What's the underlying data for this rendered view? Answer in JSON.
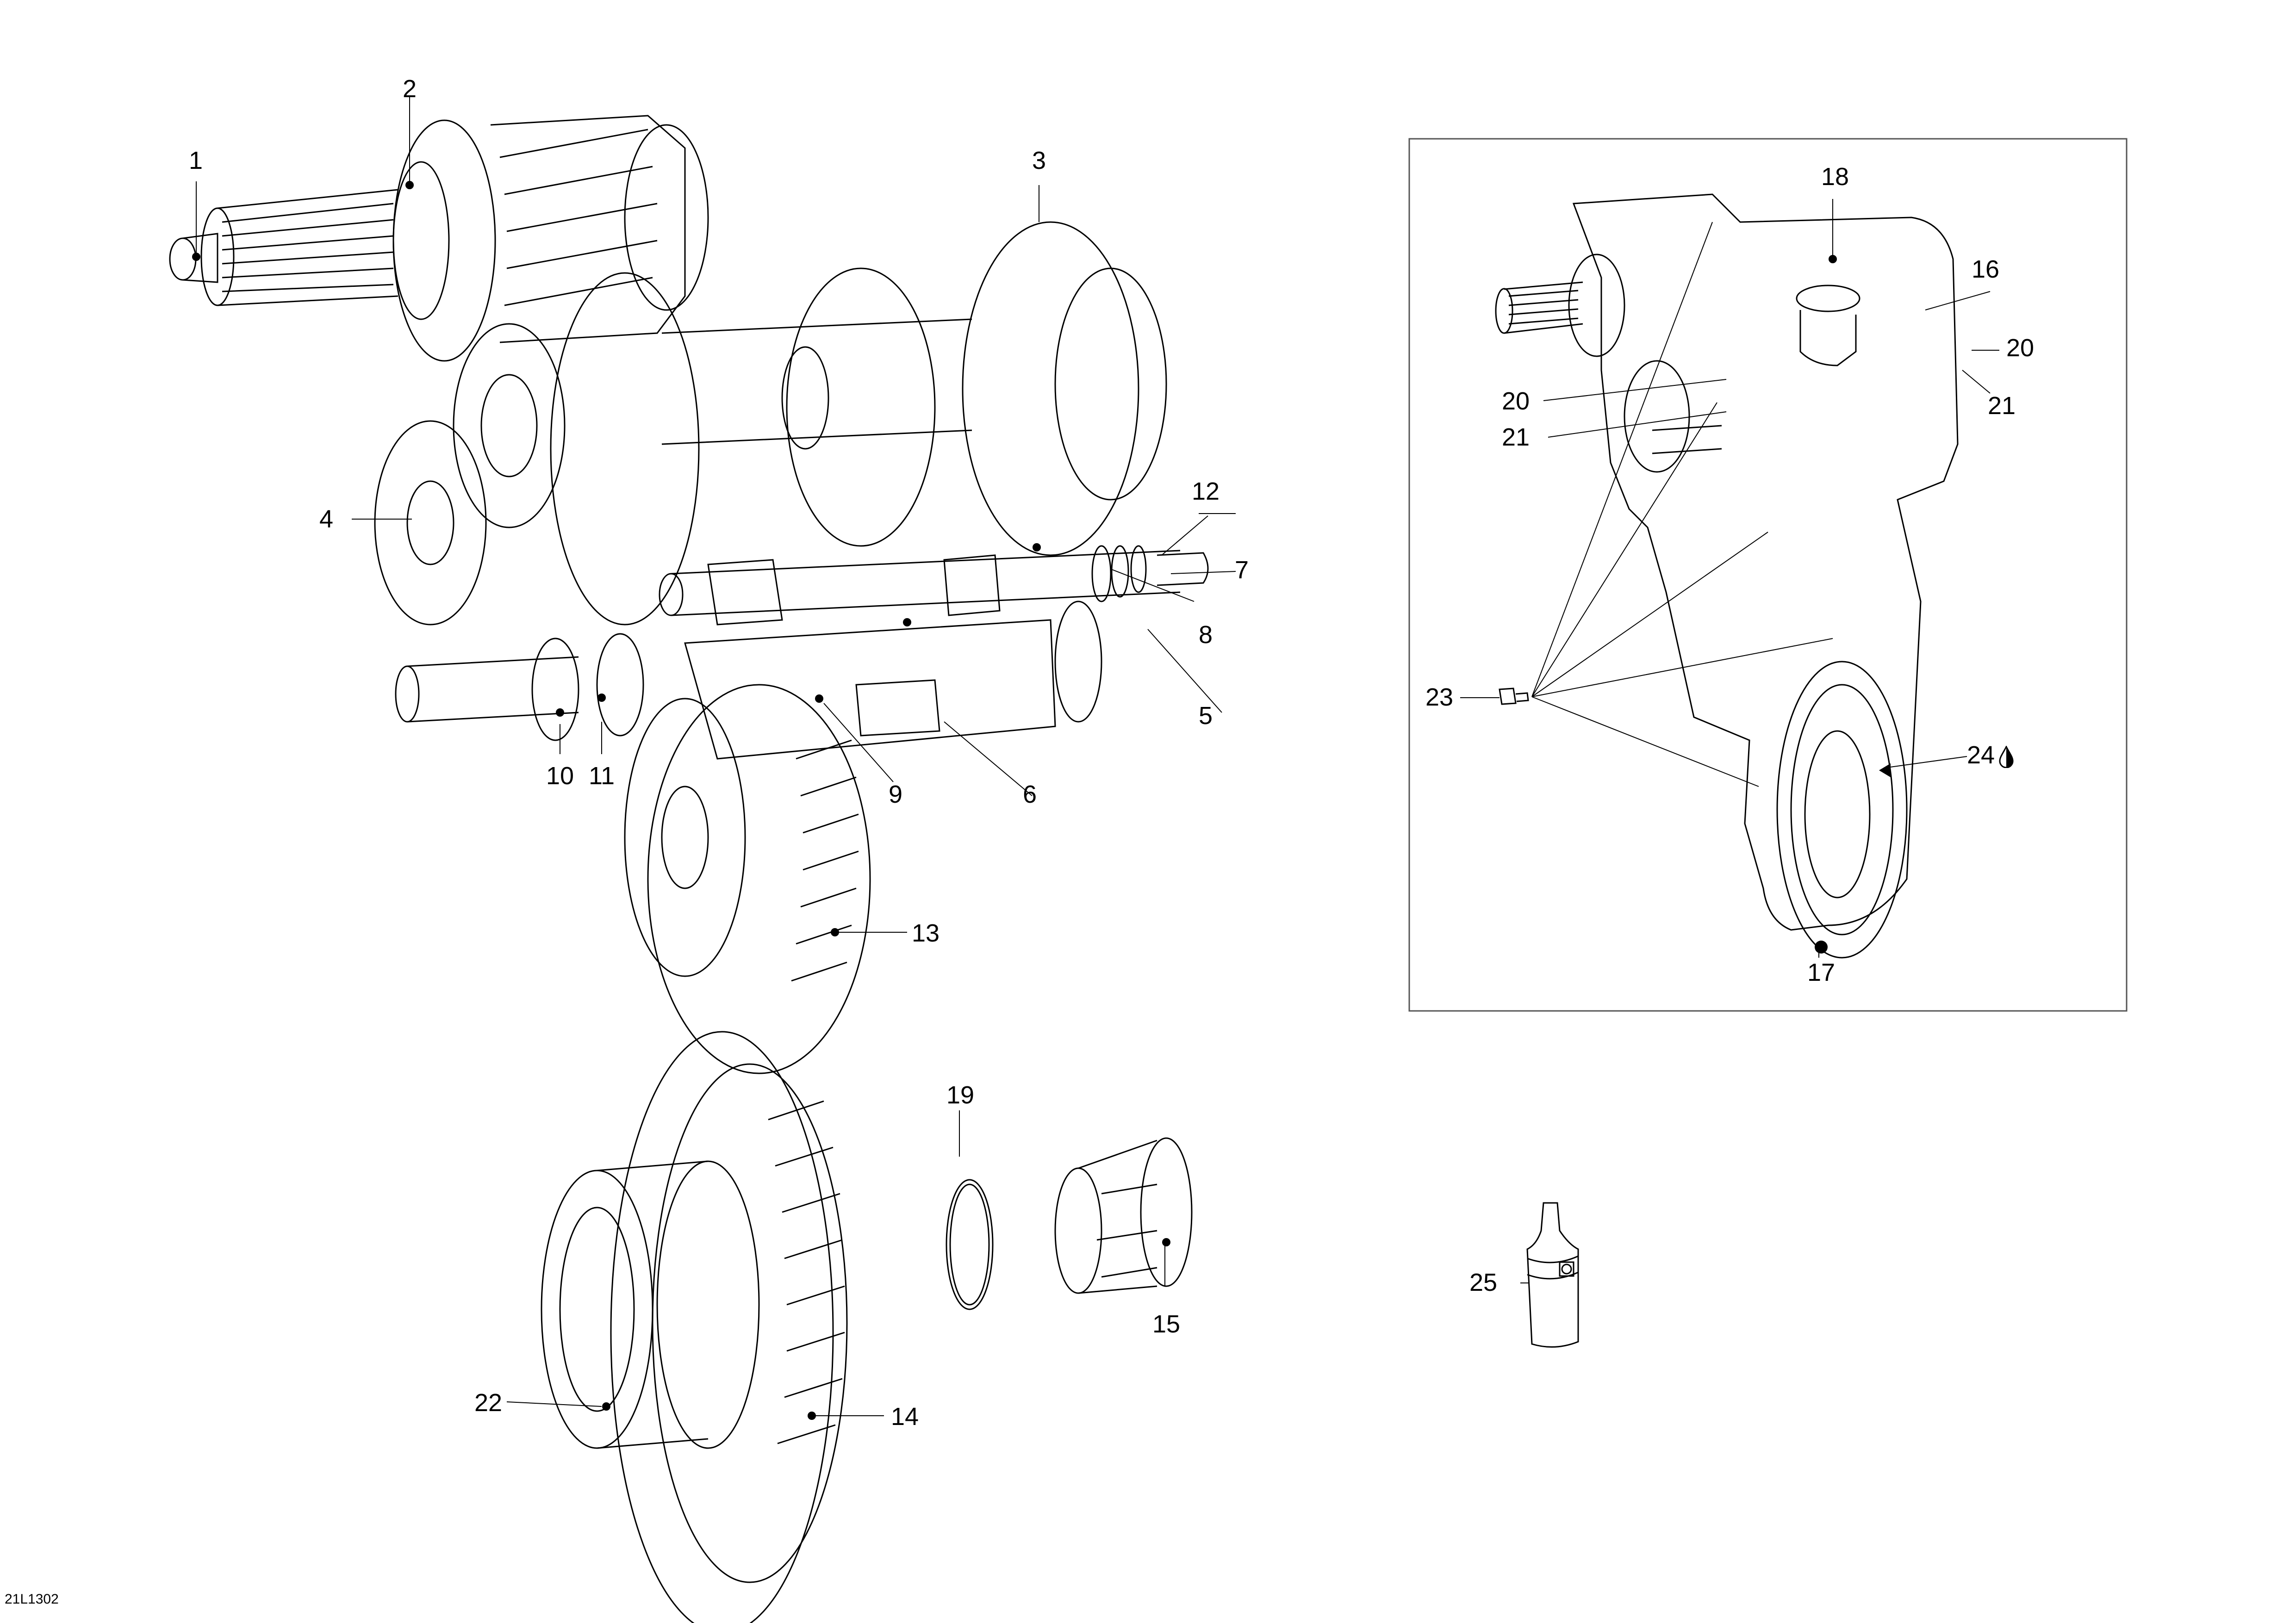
{
  "drawing_code": "21L1302",
  "callouts": [
    {
      "id": "1",
      "text": "1"
    },
    {
      "id": "2",
      "text": "2"
    },
    {
      "id": "3",
      "text": "3"
    },
    {
      "id": "4",
      "text": "4"
    },
    {
      "id": "5",
      "text": "5"
    },
    {
      "id": "6",
      "text": "6"
    },
    {
      "id": "7",
      "text": "7"
    },
    {
      "id": "8",
      "text": "8"
    },
    {
      "id": "9",
      "text": "9"
    },
    {
      "id": "10",
      "text": "10"
    },
    {
      "id": "11",
      "text": "11"
    },
    {
      "id": "12",
      "text": "12"
    },
    {
      "id": "13",
      "text": "13"
    },
    {
      "id": "14",
      "text": "14"
    },
    {
      "id": "15",
      "text": "15"
    },
    {
      "id": "16",
      "text": "16"
    },
    {
      "id": "17",
      "text": "17"
    },
    {
      "id": "18",
      "text": "18"
    },
    {
      "id": "19",
      "text": "19"
    },
    {
      "id": "20a",
      "text": "20"
    },
    {
      "id": "20b",
      "text": "20"
    },
    {
      "id": "21a",
      "text": "21"
    },
    {
      "id": "21b",
      "text": "21"
    },
    {
      "id": "22",
      "text": "22"
    },
    {
      "id": "23",
      "text": "23"
    },
    {
      "id": "24",
      "text": "24",
      "symbol": "oil-drop-icon"
    },
    {
      "id": "25",
      "text": "25"
    }
  ]
}
